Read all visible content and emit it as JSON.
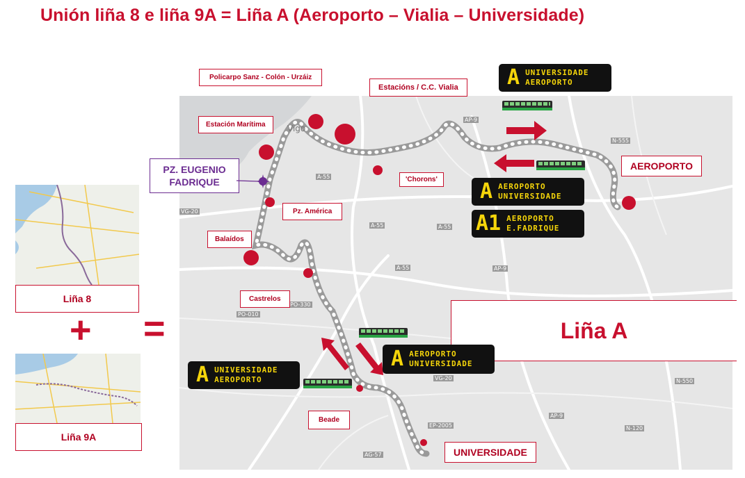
{
  "title": "Unión liña 8 e liña 9A = Liña A (Aeroporto – Vialia – Universidade)",
  "left_panel": {
    "line8_label": "Liña 8",
    "line9a_label": "Liña 9A",
    "plus": "+",
    "equals": "="
  },
  "result_label": "Liña A",
  "eugenio": "PZ. EUGENIO FADRIQUE",
  "stops": {
    "policarpo": "Policarpo Sanz - Colón - Urzáiz",
    "estacions": "Estacións / C.C. Vialia",
    "maritima": "Estación Marítima",
    "chorons": "'Chorons'",
    "america": "Pz. América",
    "balaidos": "Balaídos",
    "castrelos": "Castrelos",
    "beade": "Beade",
    "aeroporto": "AEROPORTO",
    "universidade": "UNIVERSIDADE"
  },
  "signs": {
    "top": {
      "code": "A",
      "line1": "UNIVERSIDADE",
      "line2": "AEROPORTO"
    },
    "aero_a": {
      "code": "A",
      "line1": "AEROPORTO",
      "line2": "UNIVERSIDADE"
    },
    "aero_a1": {
      "code": "A1",
      "line1": "AEROPORTO",
      "line2": "E.FADRIQUE"
    },
    "south_right": {
      "code": "A",
      "line1": "AEROPORTO",
      "line2": "UNIVERSIDADE"
    },
    "south_left": {
      "code": "A",
      "line1": "UNIVERSIDADE",
      "line2": "AEROPORTO"
    }
  },
  "map_labels": {
    "vigo": "Vigo",
    "ap9": "AP-9",
    "n555": "N-555",
    "a55": "A-55",
    "vg20": "VG-20",
    "po010": "PO-010",
    "po330": "PO-330",
    "ep2005": "EP-2005",
    "ag57": "AG-57",
    "n120": "N-120",
    "n550": "N-550"
  },
  "colors": {
    "accent": "#c8102e",
    "purple": "#6b2c91",
    "sign_bg": "#111111",
    "sign_text": "#f5d50a"
  }
}
